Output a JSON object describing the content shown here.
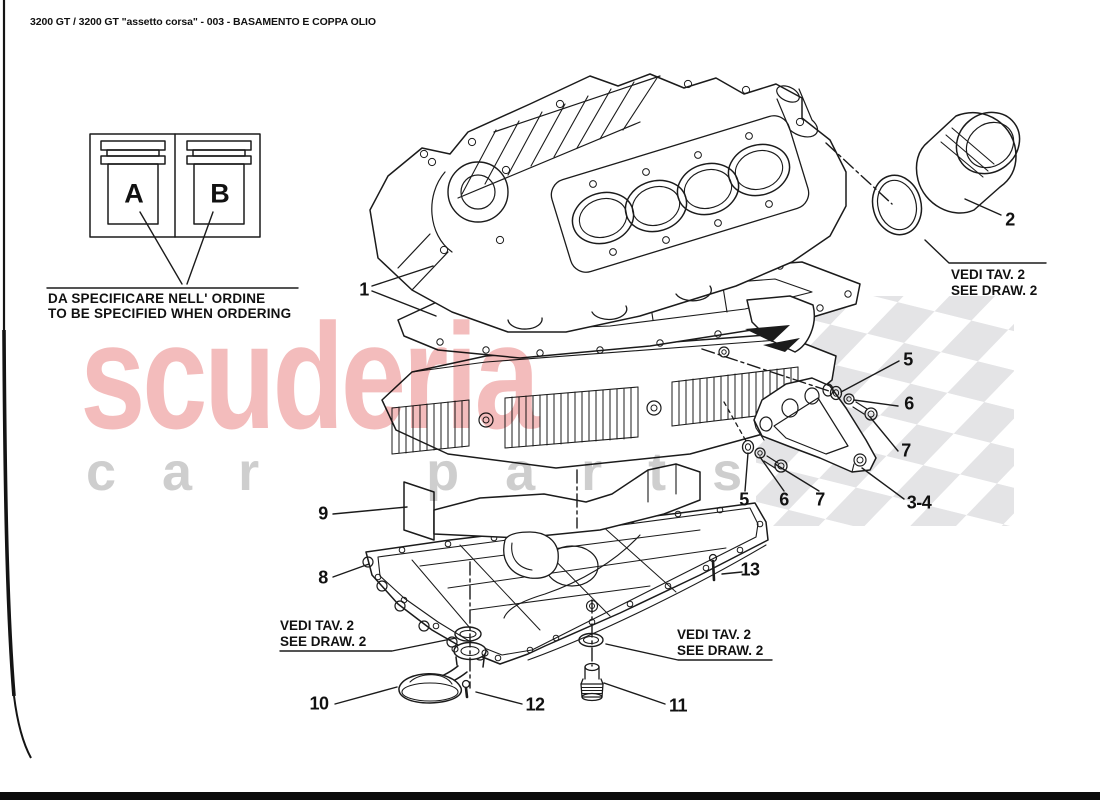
{
  "page": {
    "title": "3200 GT / 3200 GT \"assetto corsa\" - 003 - BASAMENTO E COPPA OLIO"
  },
  "legend": {
    "container_a": "A",
    "container_b": "B",
    "note_italian": "DA SPECIFICARE NELL' ORDINE",
    "note_english": "TO BE SPECIFIED WHEN ORDERING"
  },
  "crossref": {
    "italian": "VEDI TAV. 2",
    "english": "SEE DRAW. 2"
  },
  "callouts": {
    "engine_block": "1",
    "oil_filter": "2",
    "bracket": "3-4",
    "oring_upper": "5",
    "washer_upper": "6",
    "bolt_upper": "7",
    "oring_lower": "5",
    "washer_lower": "6",
    "bolt_lower": "7",
    "oil_sump": "8",
    "baffle": "9",
    "oil_pickup": "10",
    "drain_plug": "11",
    "pickup_bolt": "12",
    "sump_bolt": "13"
  },
  "watermark": {
    "brand": "scuderia",
    "tagline": "car parts",
    "brand_color": "#f2b3b3",
    "tagline_color": "#c9c9c9",
    "checker_color": "#e4e4e6"
  },
  "colors": {
    "ink": "#1b1b1b",
    "background": "#ffffff"
  }
}
